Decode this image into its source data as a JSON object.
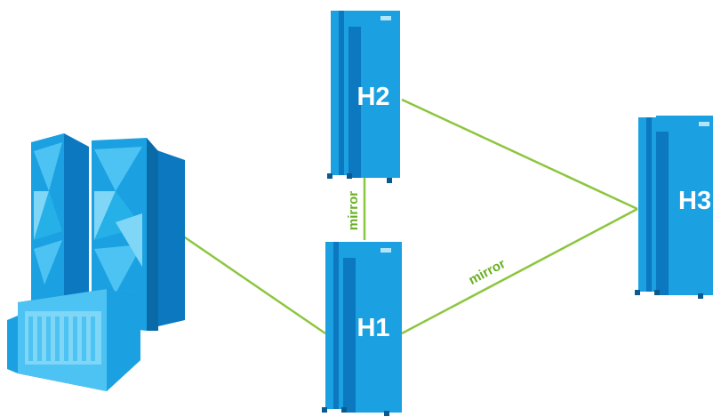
{
  "diagram": {
    "nodes": [
      {
        "id": "mainframe",
        "label": ""
      },
      {
        "id": "h1",
        "label": "H1"
      },
      {
        "id": "h2",
        "label": "H2"
      },
      {
        "id": "h3",
        "label": "H3"
      }
    ],
    "links": [
      {
        "from": "mainframe",
        "to": "h1",
        "label": ""
      },
      {
        "from": "h1",
        "to": "h2",
        "label": "mirror"
      },
      {
        "from": "h1",
        "to": "h3",
        "label": "mirror"
      },
      {
        "from": "h2",
        "to": "h3",
        "label": ""
      }
    ],
    "colors": {
      "link": "#8cc63f",
      "link_label": "#6ab023",
      "server_main": "#1ba1e2",
      "server_dark": "#0b78c0",
      "server_light": "#4cc3f2",
      "node_label": "#ffffff"
    }
  }
}
